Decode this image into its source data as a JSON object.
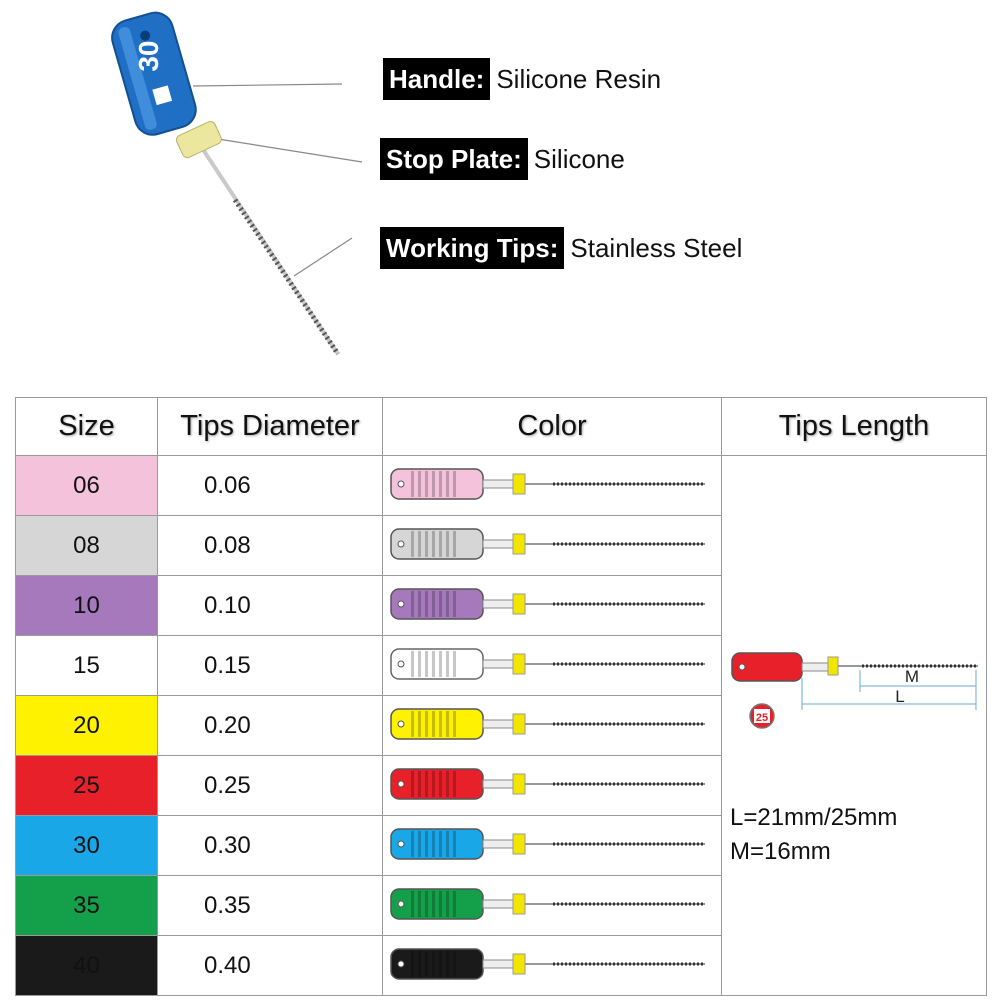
{
  "hero": {
    "handle_number": "30",
    "callouts": [
      {
        "label": "Handle:",
        "value": "Silicone Resin"
      },
      {
        "label": "Stop Plate:",
        "value": "Silicone"
      },
      {
        "label": "Working Tips:",
        "value": "Stainless Steel"
      }
    ]
  },
  "table": {
    "headers": [
      "Size",
      "Tips Diameter",
      "Color",
      "Tips Length"
    ],
    "rows": [
      {
        "size": "06",
        "diameter": "0.06",
        "color": "#f4c2da"
      },
      {
        "size": "08",
        "diameter": "0.08",
        "color": "#d6d6d6"
      },
      {
        "size": "10",
        "diameter": "0.10",
        "color": "#a679bd"
      },
      {
        "size": "15",
        "diameter": "0.15",
        "color": "#ffffff"
      },
      {
        "size": "20",
        "diameter": "0.20",
        "color": "#fff200"
      },
      {
        "size": "25",
        "diameter": "0.25",
        "color": "#e8202a"
      },
      {
        "size": "30",
        "diameter": "0.30",
        "color": "#1aa7e8"
      },
      {
        "size": "35",
        "diameter": "0.35",
        "color": "#14a04a"
      },
      {
        "size": "40",
        "diameter": "0.40",
        "color": "#1a1a1a"
      }
    ],
    "tips_length": {
      "badge": "25",
      "dim_m": "M",
      "dim_l": "L",
      "line1": "L=21mm/25mm",
      "line2": "M=16mm"
    }
  },
  "colors": {
    "stop_plate": "#f2e600",
    "shaft": "#9a9a9a"
  }
}
